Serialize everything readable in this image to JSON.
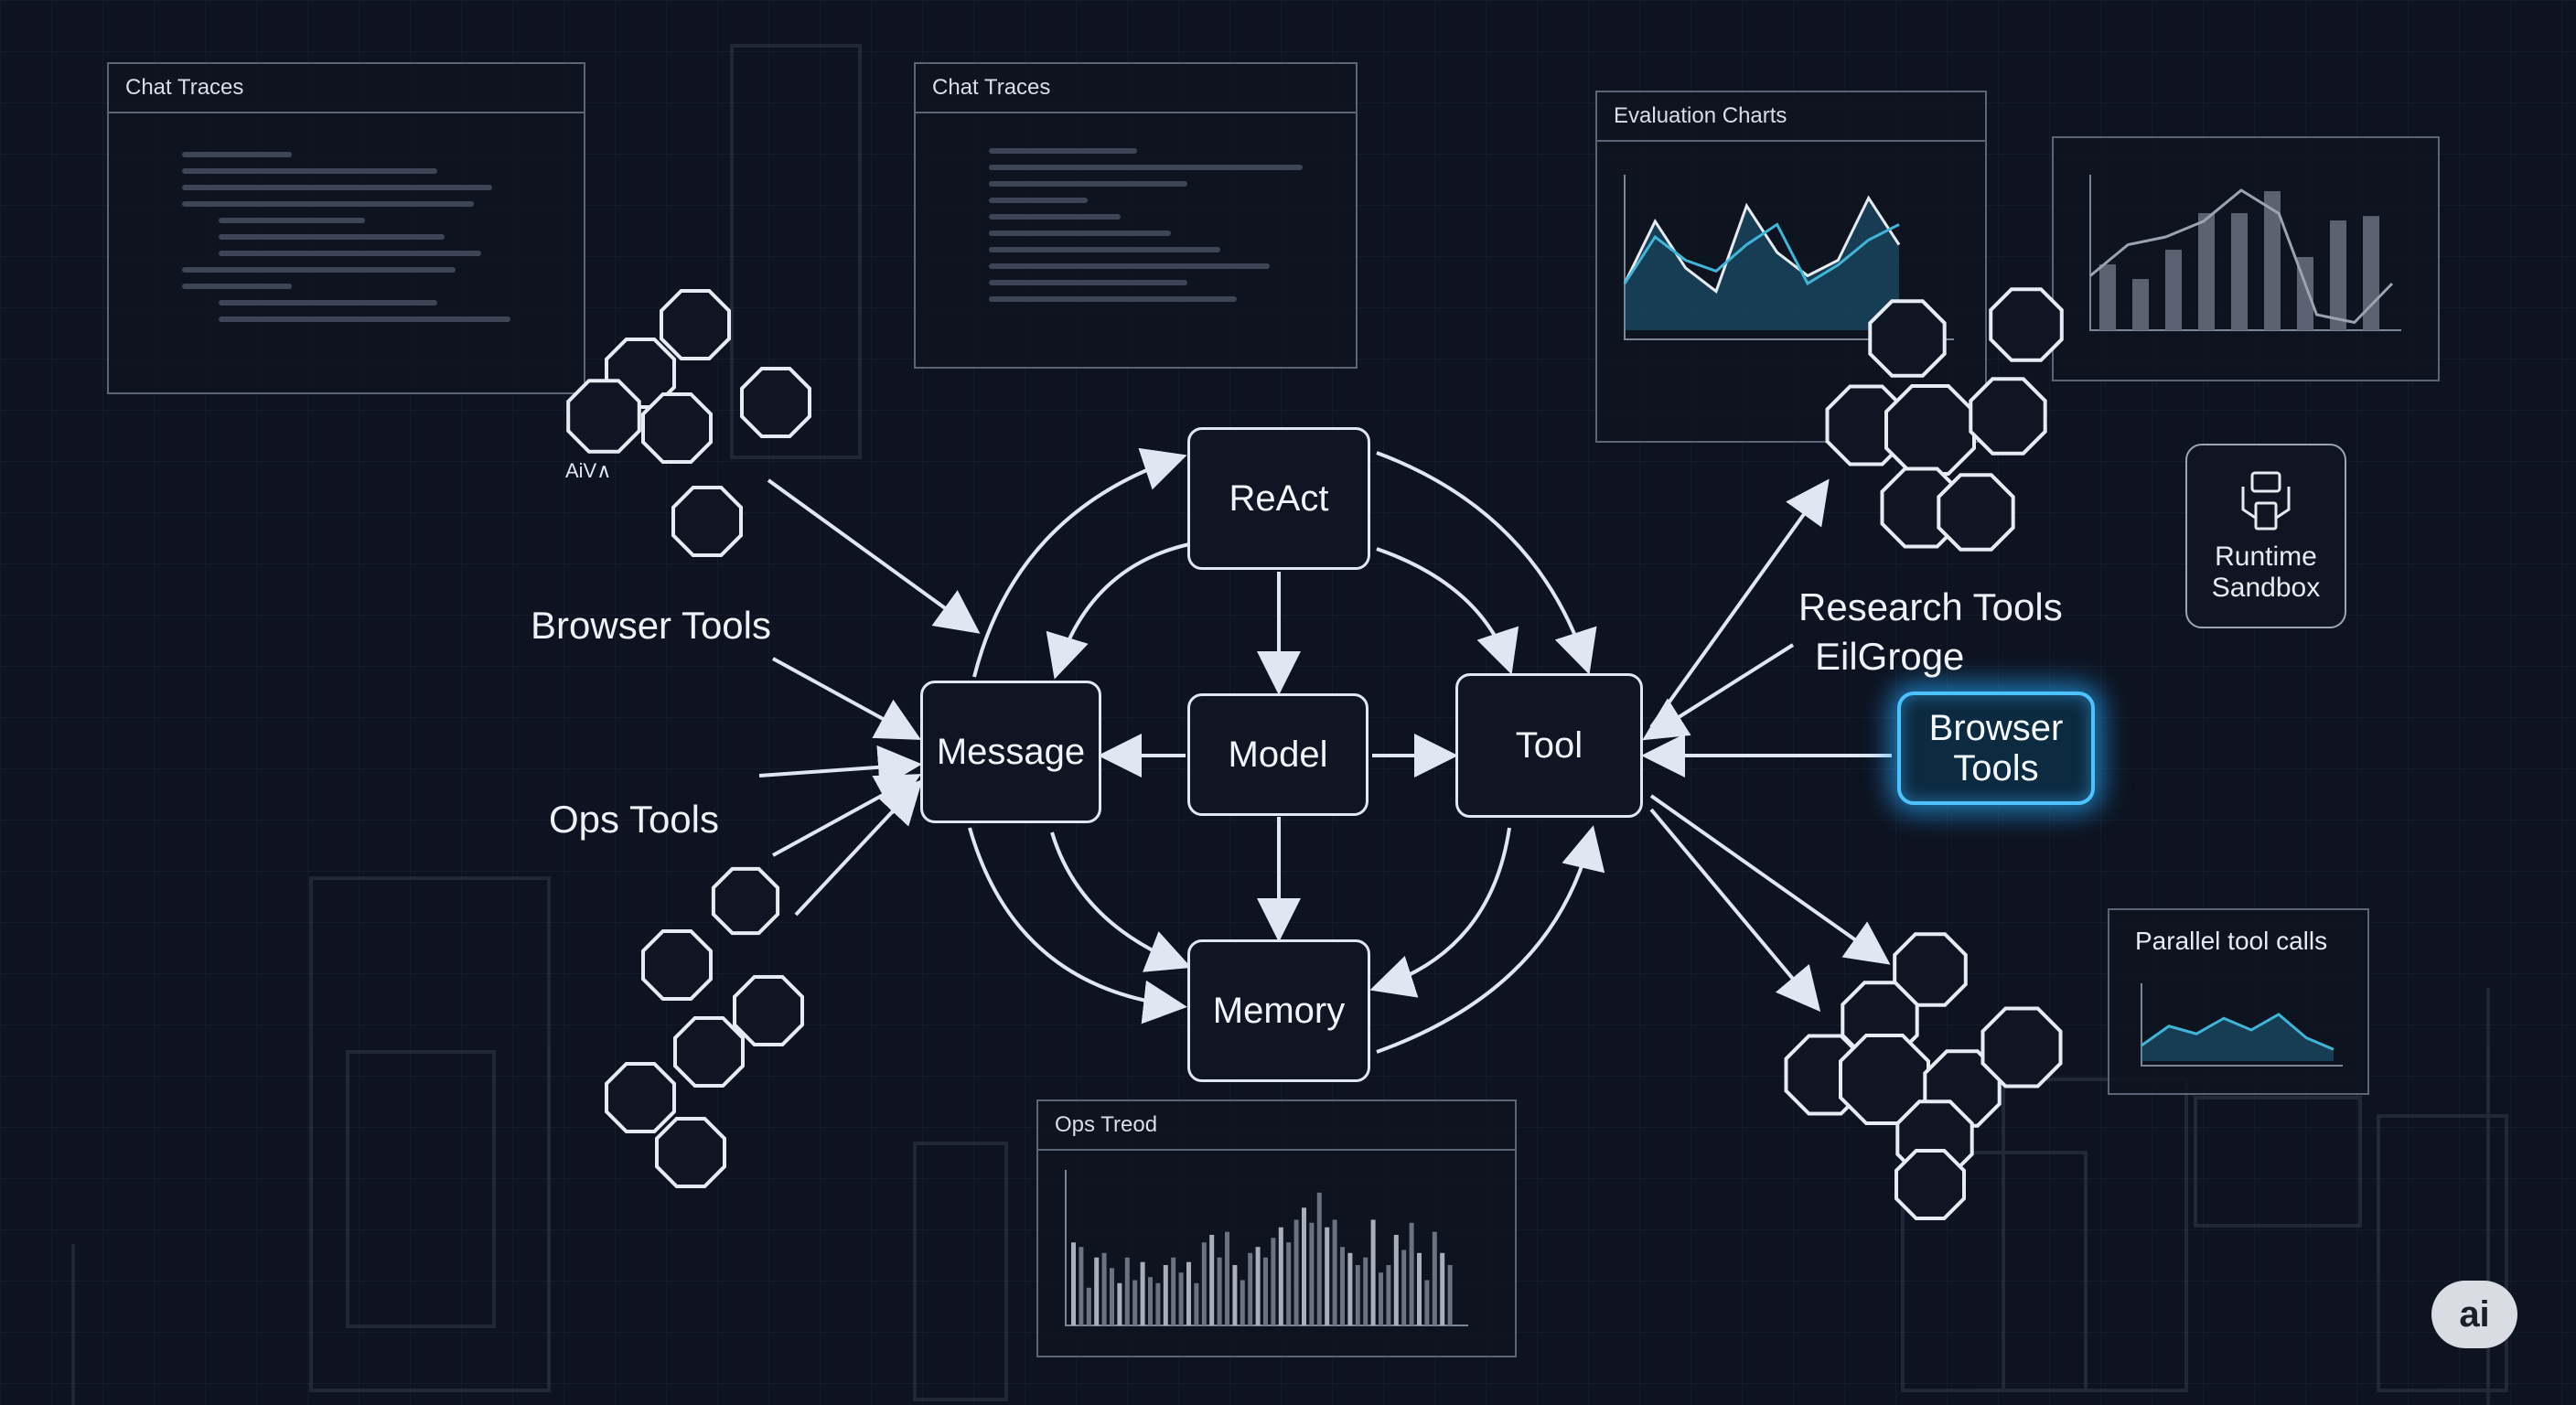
{
  "panels": {
    "chat_traces_left": {
      "title": "Chat Traces"
    },
    "chat_traces_right": {
      "title": "Chat Traces"
    },
    "evaluation_charts": {
      "title": "Evaluation Charts"
    },
    "parallel_tool_calls": {
      "title": "Parallel tool calls"
    },
    "ops_trend": {
      "title": "Ops Treod"
    },
    "runtime_sandbox": {
      "label": "Runtime Sandbox"
    }
  },
  "nodes": {
    "react": "ReAct",
    "message": "Message",
    "model": "Model",
    "tool": "Tool",
    "memory": "Memory"
  },
  "labels": {
    "browser_tools_left": "Browser Tools",
    "ops_tools": "Ops Tools",
    "research_tools": "Research Tools",
    "eilgroge": "EilGroge",
    "browser_tools_highlight": "Browser Tools",
    "hex_cluster_caption": "AiV∧"
  },
  "badge": {
    "text": "ai"
  },
  "colors": {
    "background": "#0d1320",
    "accent_glow": "#4cc3ff",
    "line": "#dfe8f2",
    "chart_teal": "#3fb6d8"
  },
  "mini_charts": {
    "evaluation_line_a": [
      30,
      70,
      40,
      25,
      80,
      50,
      35,
      45,
      85,
      55
    ],
    "evaluation_line_b": [
      30,
      60,
      45,
      38,
      55,
      68,
      30,
      42,
      58,
      68
    ],
    "right_bars": [
      45,
      35,
      55,
      80,
      80,
      95,
      50,
      75,
      78
    ],
    "parallel_area": [
      20,
      45,
      35,
      55,
      40,
      60,
      30,
      15
    ],
    "ops_bars": [
      55,
      52,
      25,
      45,
      48,
      38,
      28,
      45,
      30,
      42,
      32,
      28,
      40,
      45,
      35,
      42,
      28,
      55,
      60,
      45,
      62,
      40,
      30,
      48,
      52,
      45,
      58,
      65,
      55,
      70,
      78,
      68,
      88,
      65,
      70,
      52,
      48,
      40,
      45,
      70,
      35,
      40,
      60,
      50,
      68,
      48,
      30,
      62,
      48,
      40
    ]
  }
}
